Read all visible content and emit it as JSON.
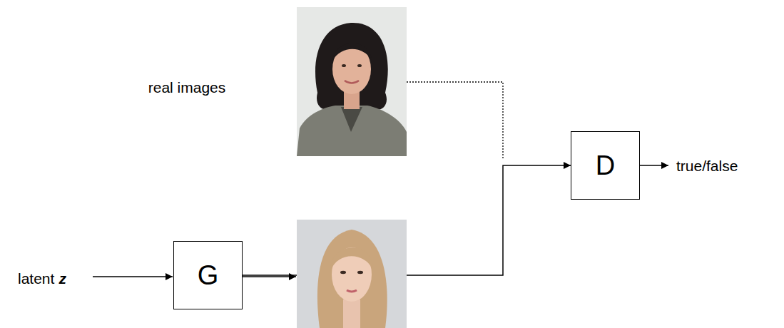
{
  "diagram": {
    "nodes": [
      {
        "text": [
          "G"
        ]
      },
      {
        "text": [
          "D"
        ]
      }
    ],
    "edges": [
      {
        "from": 0,
        "to": 1,
        "arrow": "to"
      }
    ],
    "labels": [
      "real images",
      "latent",
      "z",
      "true/false"
    ]
  }
}
